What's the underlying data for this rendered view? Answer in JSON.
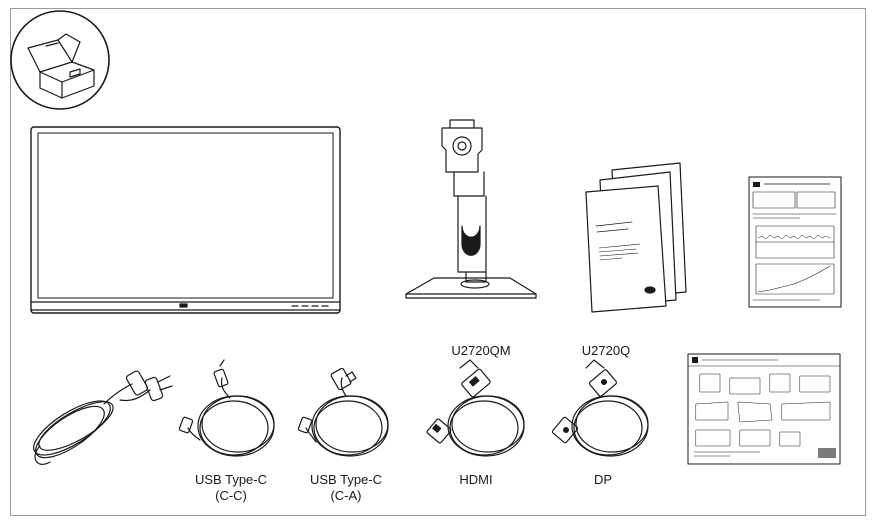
{
  "labels": {
    "usb_cc_line1": "USB Type-C",
    "usb_cc_line2": "(C-C)",
    "usb_ca_line1": "USB Type-C",
    "usb_ca_line2": "(C-A)",
    "hdmi": "HDMI",
    "dp": "DP",
    "model_hdmi": "U2720QM",
    "model_dp": "U2720Q"
  },
  "items": [
    "box-icon",
    "monitor",
    "stand",
    "safety-booklet",
    "factory-report",
    "power-cable",
    "usb-c-c-cable",
    "usb-c-a-cable",
    "hdmi-cable",
    "dp-cable",
    "quick-setup-guide"
  ]
}
